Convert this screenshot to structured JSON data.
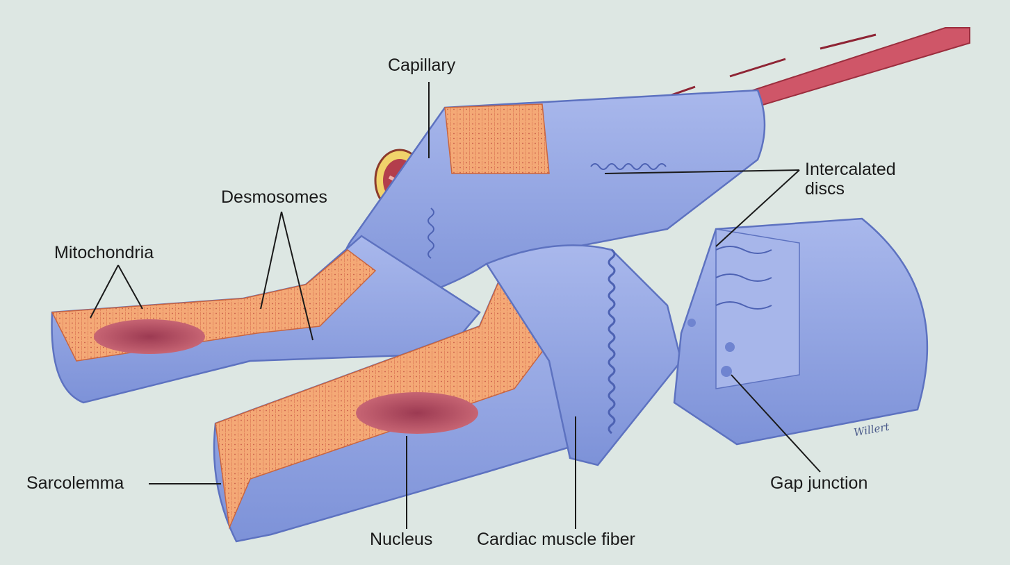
{
  "labels": {
    "capillary": "Capillary",
    "intercalated_discs": "Intercalated\ndiscs",
    "desmosomes": "Desmosomes",
    "mitochondria": "Mitochondria",
    "sarcolemma": "Sarcolemma",
    "nucleus": "Nucleus",
    "cardiac_muscle_fiber": "Cardiac muscle fiber",
    "gap_junction": "Gap junction"
  },
  "signature": "Willert",
  "colors": {
    "background": "#dde7e3",
    "membrane_blue": "#93a6e4",
    "membrane_blue_dark": "#7085cf",
    "cytoplasm_orange": "#f2a173",
    "nucleus_red": "#b7475a",
    "capillary_red": "#cc4b5c"
  }
}
